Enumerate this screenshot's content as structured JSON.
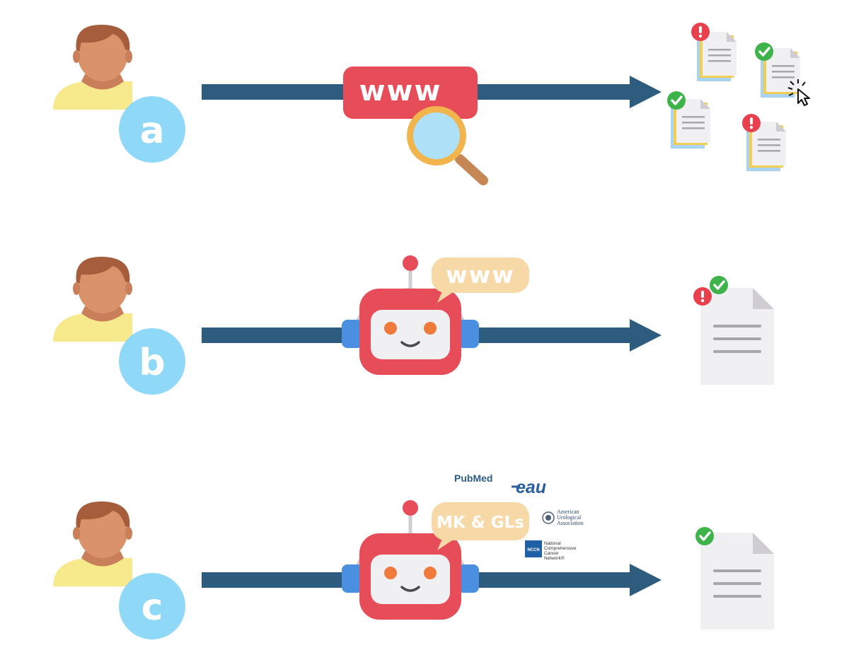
{
  "colors": {
    "arrow": "#2e5c7e",
    "skin": "#d9926a",
    "hair": "#a65d3c",
    "shirt": "#f6ea8d",
    "label_circle": "#8fd8f7",
    "www_box": "#e64d59",
    "robot_red": "#e64d59",
    "robot_ear": "#4a8fe0",
    "bubble": "#f7d9a8",
    "check": "#3db34a",
    "alert": "#e8414d",
    "doc": "#f0eff2",
    "doc_fold": "#cfcdd3",
    "doc_line": "#a8a6ad",
    "doc_stack_yellow": "#f2cf52",
    "doc_stack_blue": "#a9d3f1",
    "magnifier_rim": "#f2b54d",
    "magnifier_glass": "#aee0f7",
    "magnifier_handle": "#c58855"
  },
  "rows": [
    {
      "label": "a",
      "center_text": "www"
    },
    {
      "label": "b",
      "bubble_text": "www"
    },
    {
      "label": "c",
      "bubble_text": "MK & GLs"
    }
  ],
  "logos": {
    "pubmed": "PubMed",
    "eau": "eau",
    "aua": [
      "American",
      "Urological",
      "Association"
    ],
    "nccn_badge": "NCCN",
    "nccn_text": [
      "National",
      "Comprehensive",
      "Cancer",
      "Network®"
    ]
  },
  "icons": {
    "person": "person-icon",
    "search": "magnifier-icon",
    "robot": "robot-icon",
    "document": "document-icon",
    "check": "check-icon",
    "alert": "alert-icon",
    "cursor": "cursor-click-icon"
  }
}
